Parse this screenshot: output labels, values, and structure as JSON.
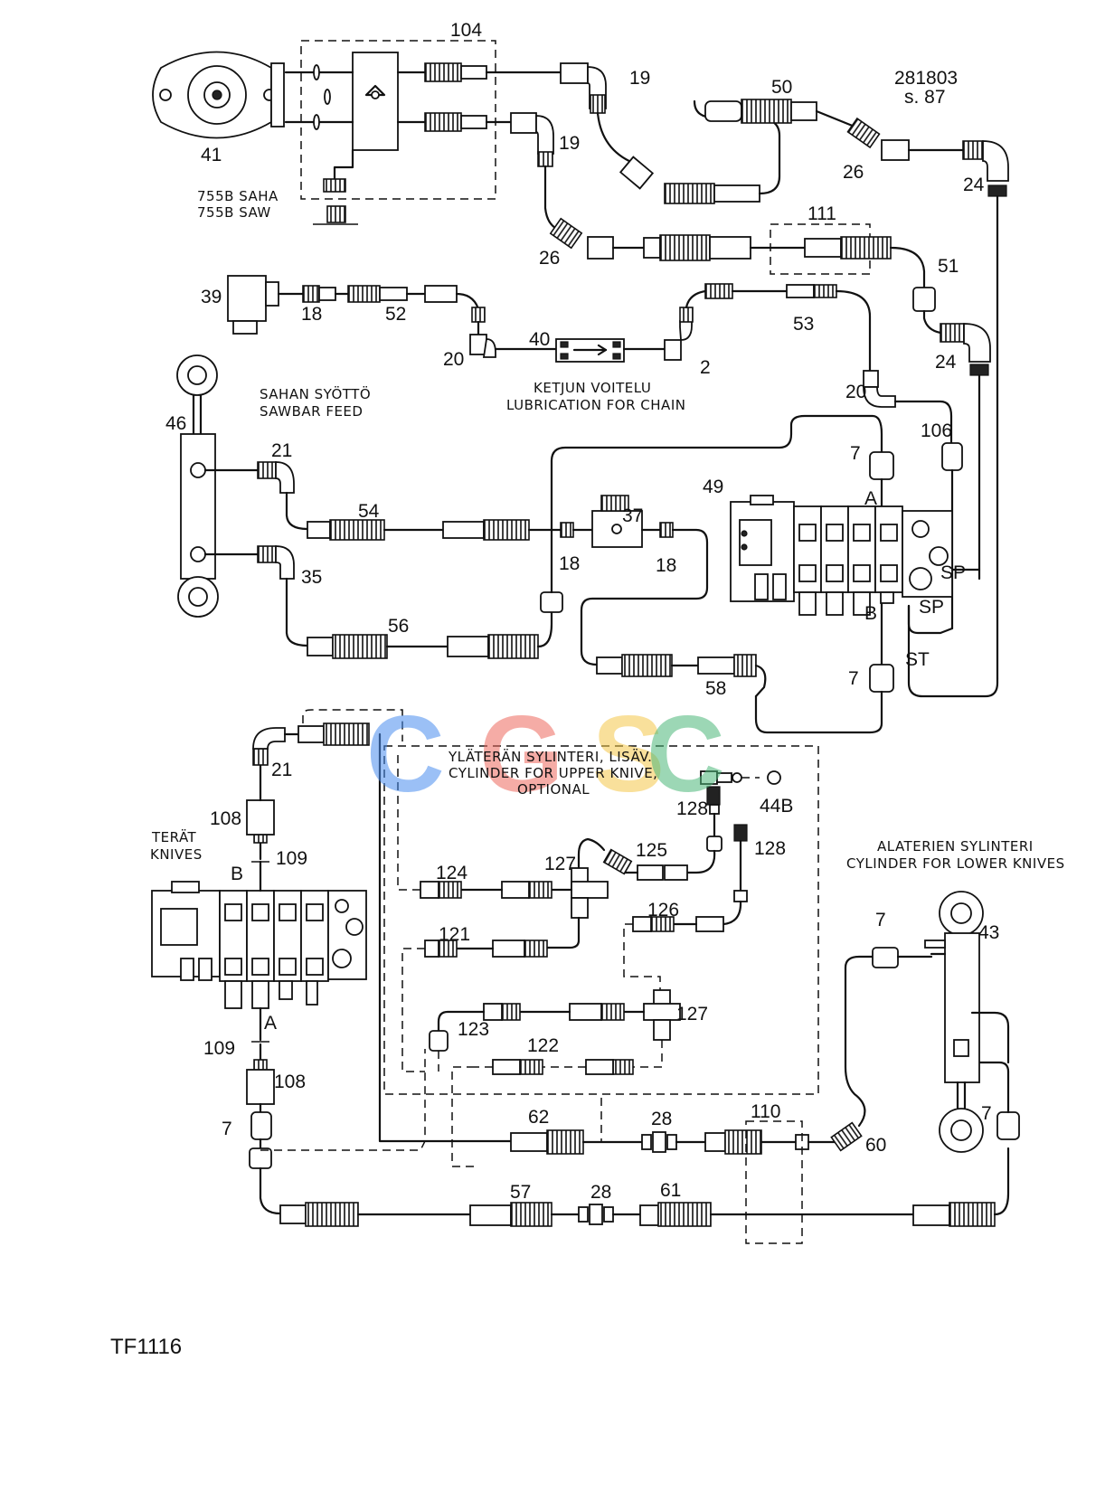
{
  "document": {
    "ref_code": "281803",
    "ref_page": "s. 87",
    "figure_id": "TF1116"
  },
  "captions": {
    "saw_fi": "755B SAHA",
    "saw_en": "755B SAW",
    "sawbar_fi": "SAHAN SYÖTTÖ",
    "sawbar_en": "SAWBAR FEED",
    "chain_fi": "KETJUN VOITELU",
    "chain_en": "LUBRICATION FOR CHAIN",
    "knives_fi": "TERÄT",
    "knives_en": "KNIVES",
    "upper_fi": "YLÄTERÄN SYLINTERI, LISÄV.",
    "upper_en": "CYLINDER FOR UPPER KNIVE,",
    "upper_opt": "OPTIONAL",
    "lower_fi": "ALATERIEN SYLINTERI",
    "lower_en": "CYLINDER FOR LOWER KNIVES"
  },
  "port_labels": {
    "a_top": "A",
    "b_top": "B",
    "sp1": "SP",
    "sp2": "SP",
    "st": "ST",
    "b_left": "B",
    "a_left": "A"
  },
  "callouts": [
    {
      "id": "c104",
      "text": "104"
    },
    {
      "id": "c19a",
      "text": "19"
    },
    {
      "id": "c19b",
      "text": "19"
    },
    {
      "id": "c41",
      "text": "41"
    },
    {
      "id": "c50",
      "text": "50"
    },
    {
      "id": "c26a",
      "text": "26"
    },
    {
      "id": "c24a",
      "text": "24"
    },
    {
      "id": "c26b",
      "text": "26"
    },
    {
      "id": "c111",
      "text": "111"
    },
    {
      "id": "c51",
      "text": "51"
    },
    {
      "id": "c39",
      "text": "39"
    },
    {
      "id": "c18a",
      "text": "18"
    },
    {
      "id": "c52",
      "text": "52"
    },
    {
      "id": "c40",
      "text": "40"
    },
    {
      "id": "c20a",
      "text": "20"
    },
    {
      "id": "c2",
      "text": "2"
    },
    {
      "id": "c53",
      "text": "53"
    },
    {
      "id": "c24b",
      "text": "24"
    },
    {
      "id": "c20b",
      "text": "20"
    },
    {
      "id": "c46",
      "text": "46"
    },
    {
      "id": "c106",
      "text": "106"
    },
    {
      "id": "c21a",
      "text": "21"
    },
    {
      "id": "c7a",
      "text": "7"
    },
    {
      "id": "c49",
      "text": "49"
    },
    {
      "id": "c54",
      "text": "54"
    },
    {
      "id": "c37",
      "text": "37"
    },
    {
      "id": "c18b",
      "text": "18"
    },
    {
      "id": "c18c",
      "text": "18"
    },
    {
      "id": "c35",
      "text": "35"
    },
    {
      "id": "c56",
      "text": "56"
    },
    {
      "id": "c58",
      "text": "58"
    },
    {
      "id": "c7b",
      "text": "7"
    },
    {
      "id": "c21b",
      "text": "21"
    },
    {
      "id": "c128a",
      "text": "128"
    },
    {
      "id": "c44b",
      "text": "44B"
    },
    {
      "id": "c108a",
      "text": "108"
    },
    {
      "id": "c109a",
      "text": "109"
    },
    {
      "id": "c124",
      "text": "124"
    },
    {
      "id": "c127a",
      "text": "127"
    },
    {
      "id": "c125",
      "text": "125"
    },
    {
      "id": "c128b",
      "text": "128"
    },
    {
      "id": "c126",
      "text": "126"
    },
    {
      "id": "c121",
      "text": "121"
    },
    {
      "id": "c7c",
      "text": "7"
    },
    {
      "id": "c43",
      "text": "43"
    },
    {
      "id": "c123",
      "text": "123"
    },
    {
      "id": "c127b",
      "text": "127"
    },
    {
      "id": "c109b",
      "text": "109"
    },
    {
      "id": "c122",
      "text": "122"
    },
    {
      "id": "c108b",
      "text": "108"
    },
    {
      "id": "c62",
      "text": "62"
    },
    {
      "id": "c28a",
      "text": "28"
    },
    {
      "id": "c110",
      "text": "110"
    },
    {
      "id": "c7d",
      "text": "7"
    },
    {
      "id": "c60",
      "text": "60"
    },
    {
      "id": "c7e",
      "text": "7"
    },
    {
      "id": "c57",
      "text": "57"
    },
    {
      "id": "c28b",
      "text": "28"
    },
    {
      "id": "c61",
      "text": "61"
    }
  ],
  "watermark": {
    "letters": [
      "C",
      "G",
      "S",
      "C"
    ],
    "colors": [
      "#4a8ef0",
      "#ee6a5e",
      "#f5c84a",
      "#4cb87a"
    ]
  }
}
